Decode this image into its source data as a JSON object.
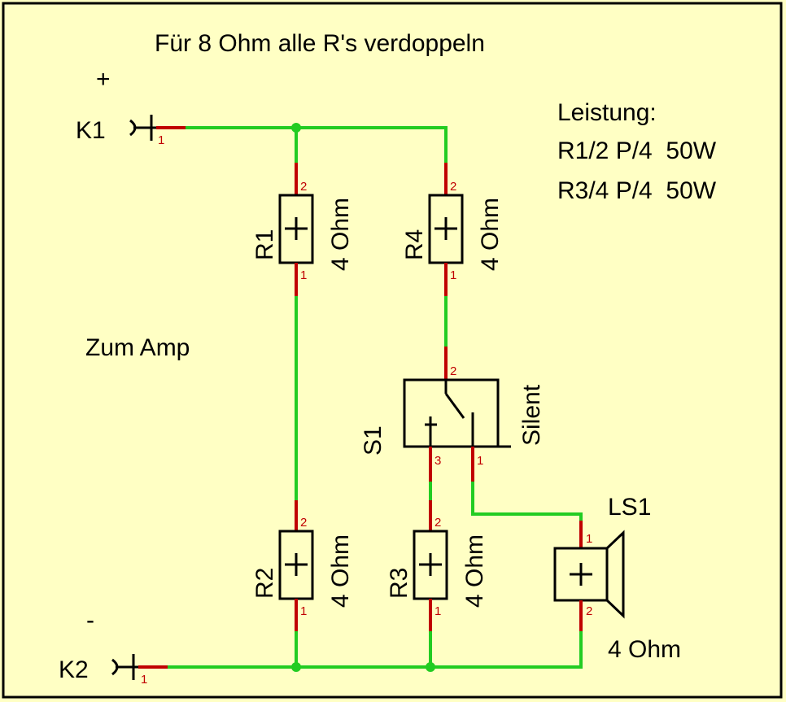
{
  "title": "Für 8 Ohm alle R's verdoppeln",
  "plus_sign": "+",
  "minus_sign": "-",
  "amp_label": "Zum Amp",
  "power": {
    "heading": "Leistung:",
    "line1": "R1/2 P/4  50W",
    "line2": "R3/4 P/4  50W"
  },
  "connectors": {
    "k1": {
      "name": "K1",
      "pin": "1"
    },
    "k2": {
      "name": "K2",
      "pin": "1"
    }
  },
  "resistors": {
    "r1": {
      "name": "R1",
      "value": "4 Ohm",
      "pin_top": "2",
      "pin_bottom": "1"
    },
    "r2": {
      "name": "R2",
      "value": "4 Ohm",
      "pin_top": "2",
      "pin_bottom": "1"
    },
    "r3": {
      "name": "R3",
      "value": "4 Ohm",
      "pin_top": "2",
      "pin_bottom": "1"
    },
    "r4": {
      "name": "R4",
      "value": "4 Ohm",
      "pin_top": "2",
      "pin_bottom": "1"
    }
  },
  "switch": {
    "name": "S1",
    "label": "Silent",
    "pin_top": "2",
    "pin_left": "3",
    "pin_right": "1"
  },
  "speaker": {
    "name": "LS1",
    "value": "4 Ohm",
    "pin_top": "1",
    "pin_bottom": "2"
  },
  "colors": {
    "background": "#ffffc4",
    "wire": "#22cc22",
    "lead": "#c00000",
    "outline": "#000000"
  }
}
